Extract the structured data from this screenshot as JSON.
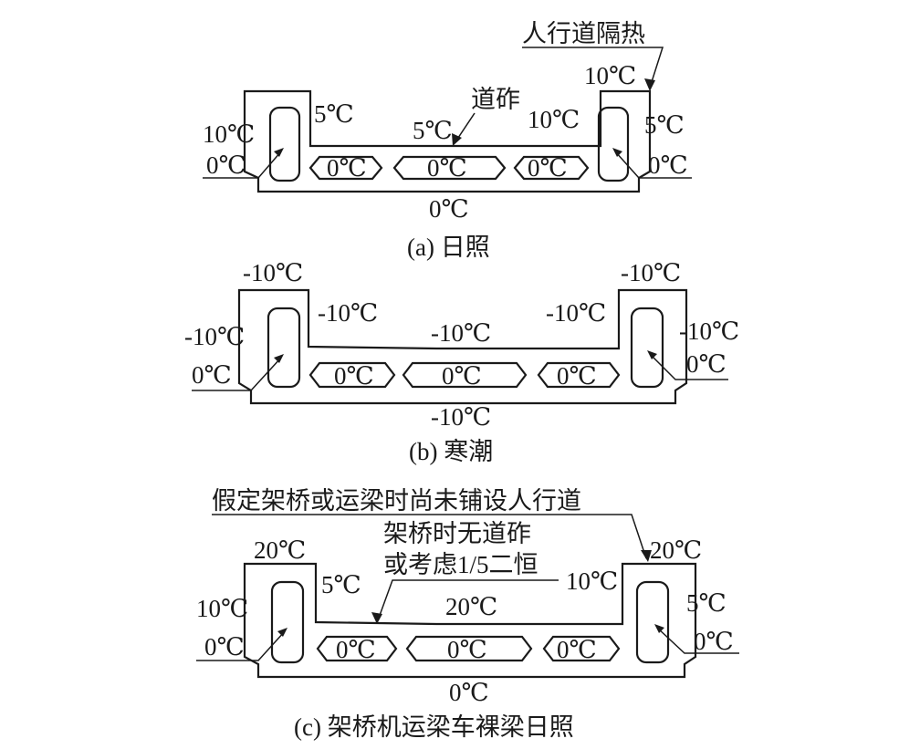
{
  "panels": [
    {
      "caption": "(a) 日照",
      "labels": {
        "callout_top": "人行道隔热",
        "ballast": "道砟",
        "top_right_edge": "10℃",
        "left_outer_top": "10℃",
        "left_outer_bottom": "0℃",
        "left_inner": "5℃",
        "deck": "5℃",
        "right_inner": "10℃",
        "right_outer_top": "5℃",
        "right_outer_bottom": "0℃",
        "cell_left": "0℃",
        "cell_center": "0℃",
        "cell_right": "0℃",
        "bottom": "0℃"
      }
    },
    {
      "caption": "(b) 寒潮",
      "labels": {
        "top_left_edge": "-10℃",
        "top_right_edge": "-10℃",
        "left_outer_top": "-10℃",
        "left_outer_bottom": "0℃",
        "left_inner": "-10℃",
        "deck": "-10℃",
        "right_inner": "-10℃",
        "right_outer_top": "-10℃",
        "right_outer_bottom": "0℃",
        "cell_left": "0℃",
        "cell_center": "0℃",
        "cell_right": "0℃",
        "bottom": "-10℃"
      }
    },
    {
      "caption": "(c) 架桥机运梁车裸梁日照",
      "labels": {
        "callout_top": "假定架桥或运梁时尚未铺设人行道",
        "callout_mid_1": "架桥时无道砟",
        "callout_mid_2": "或考虑1/5二恒",
        "top_left_edge": "20℃",
        "top_right_edge": "20℃",
        "left_outer_top": "10℃",
        "left_outer_bottom": "0℃",
        "left_inner": "5℃",
        "deck": "20℃",
        "right_inner": "10℃",
        "right_outer_top": "5℃",
        "right_outer_bottom": "0℃",
        "cell_left": "0℃",
        "cell_center": "0℃",
        "cell_right": "0℃",
        "bottom": "0℃"
      }
    }
  ]
}
